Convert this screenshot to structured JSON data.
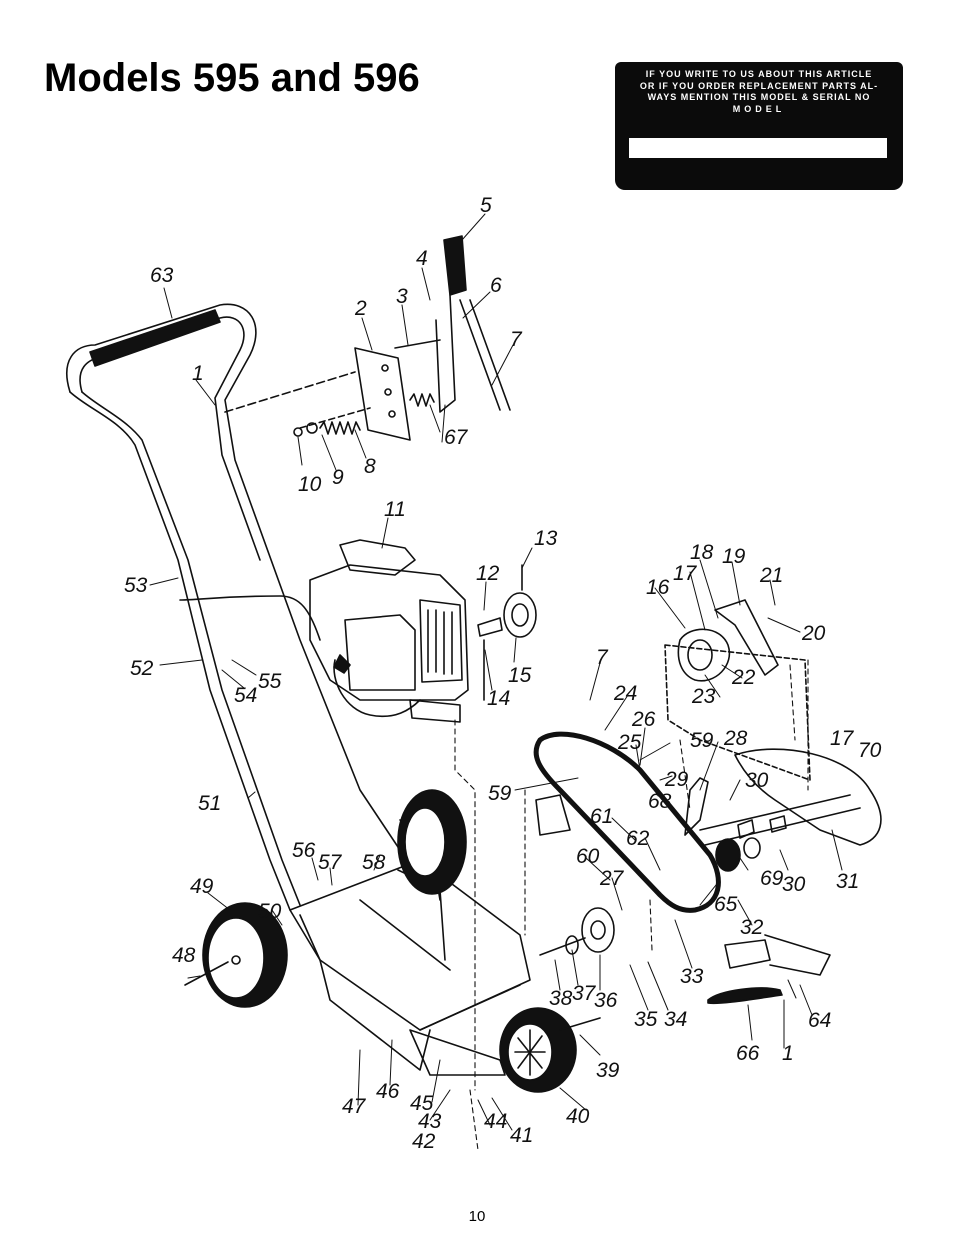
{
  "title": "Models 595 and 596",
  "plate": {
    "lines": [
      "IF YOU WRITE TO US ABOUT THIS ARTICLE",
      "OR IF YOU ORDER REPLACEMENT PARTS AL-",
      "WAYS MENTION THIS MODEL & SERIAL NO",
      "MODEL"
    ]
  },
  "page_number": "10",
  "part_labels": [
    "1",
    "2",
    "3",
    "4",
    "5",
    "6",
    "7",
    "8",
    "9",
    "10",
    "11",
    "12",
    "13",
    "14",
    "15",
    "16",
    "17",
    "18",
    "19",
    "20",
    "21",
    "22",
    "23",
    "24",
    "25",
    "26",
    "27",
    "28",
    "29",
    "30",
    "31",
    "32",
    "33",
    "34",
    "35",
    "36",
    "37",
    "38",
    "39",
    "40",
    "41",
    "42",
    "43",
    "44",
    "45",
    "46",
    "47",
    "48",
    "49",
    "50",
    "51",
    "52",
    "53",
    "54",
    "55",
    "56",
    "57",
    "58",
    "59",
    "60",
    "61",
    "62",
    "63",
    "64",
    "65",
    "66",
    "67",
    "68",
    "69",
    "70"
  ]
}
